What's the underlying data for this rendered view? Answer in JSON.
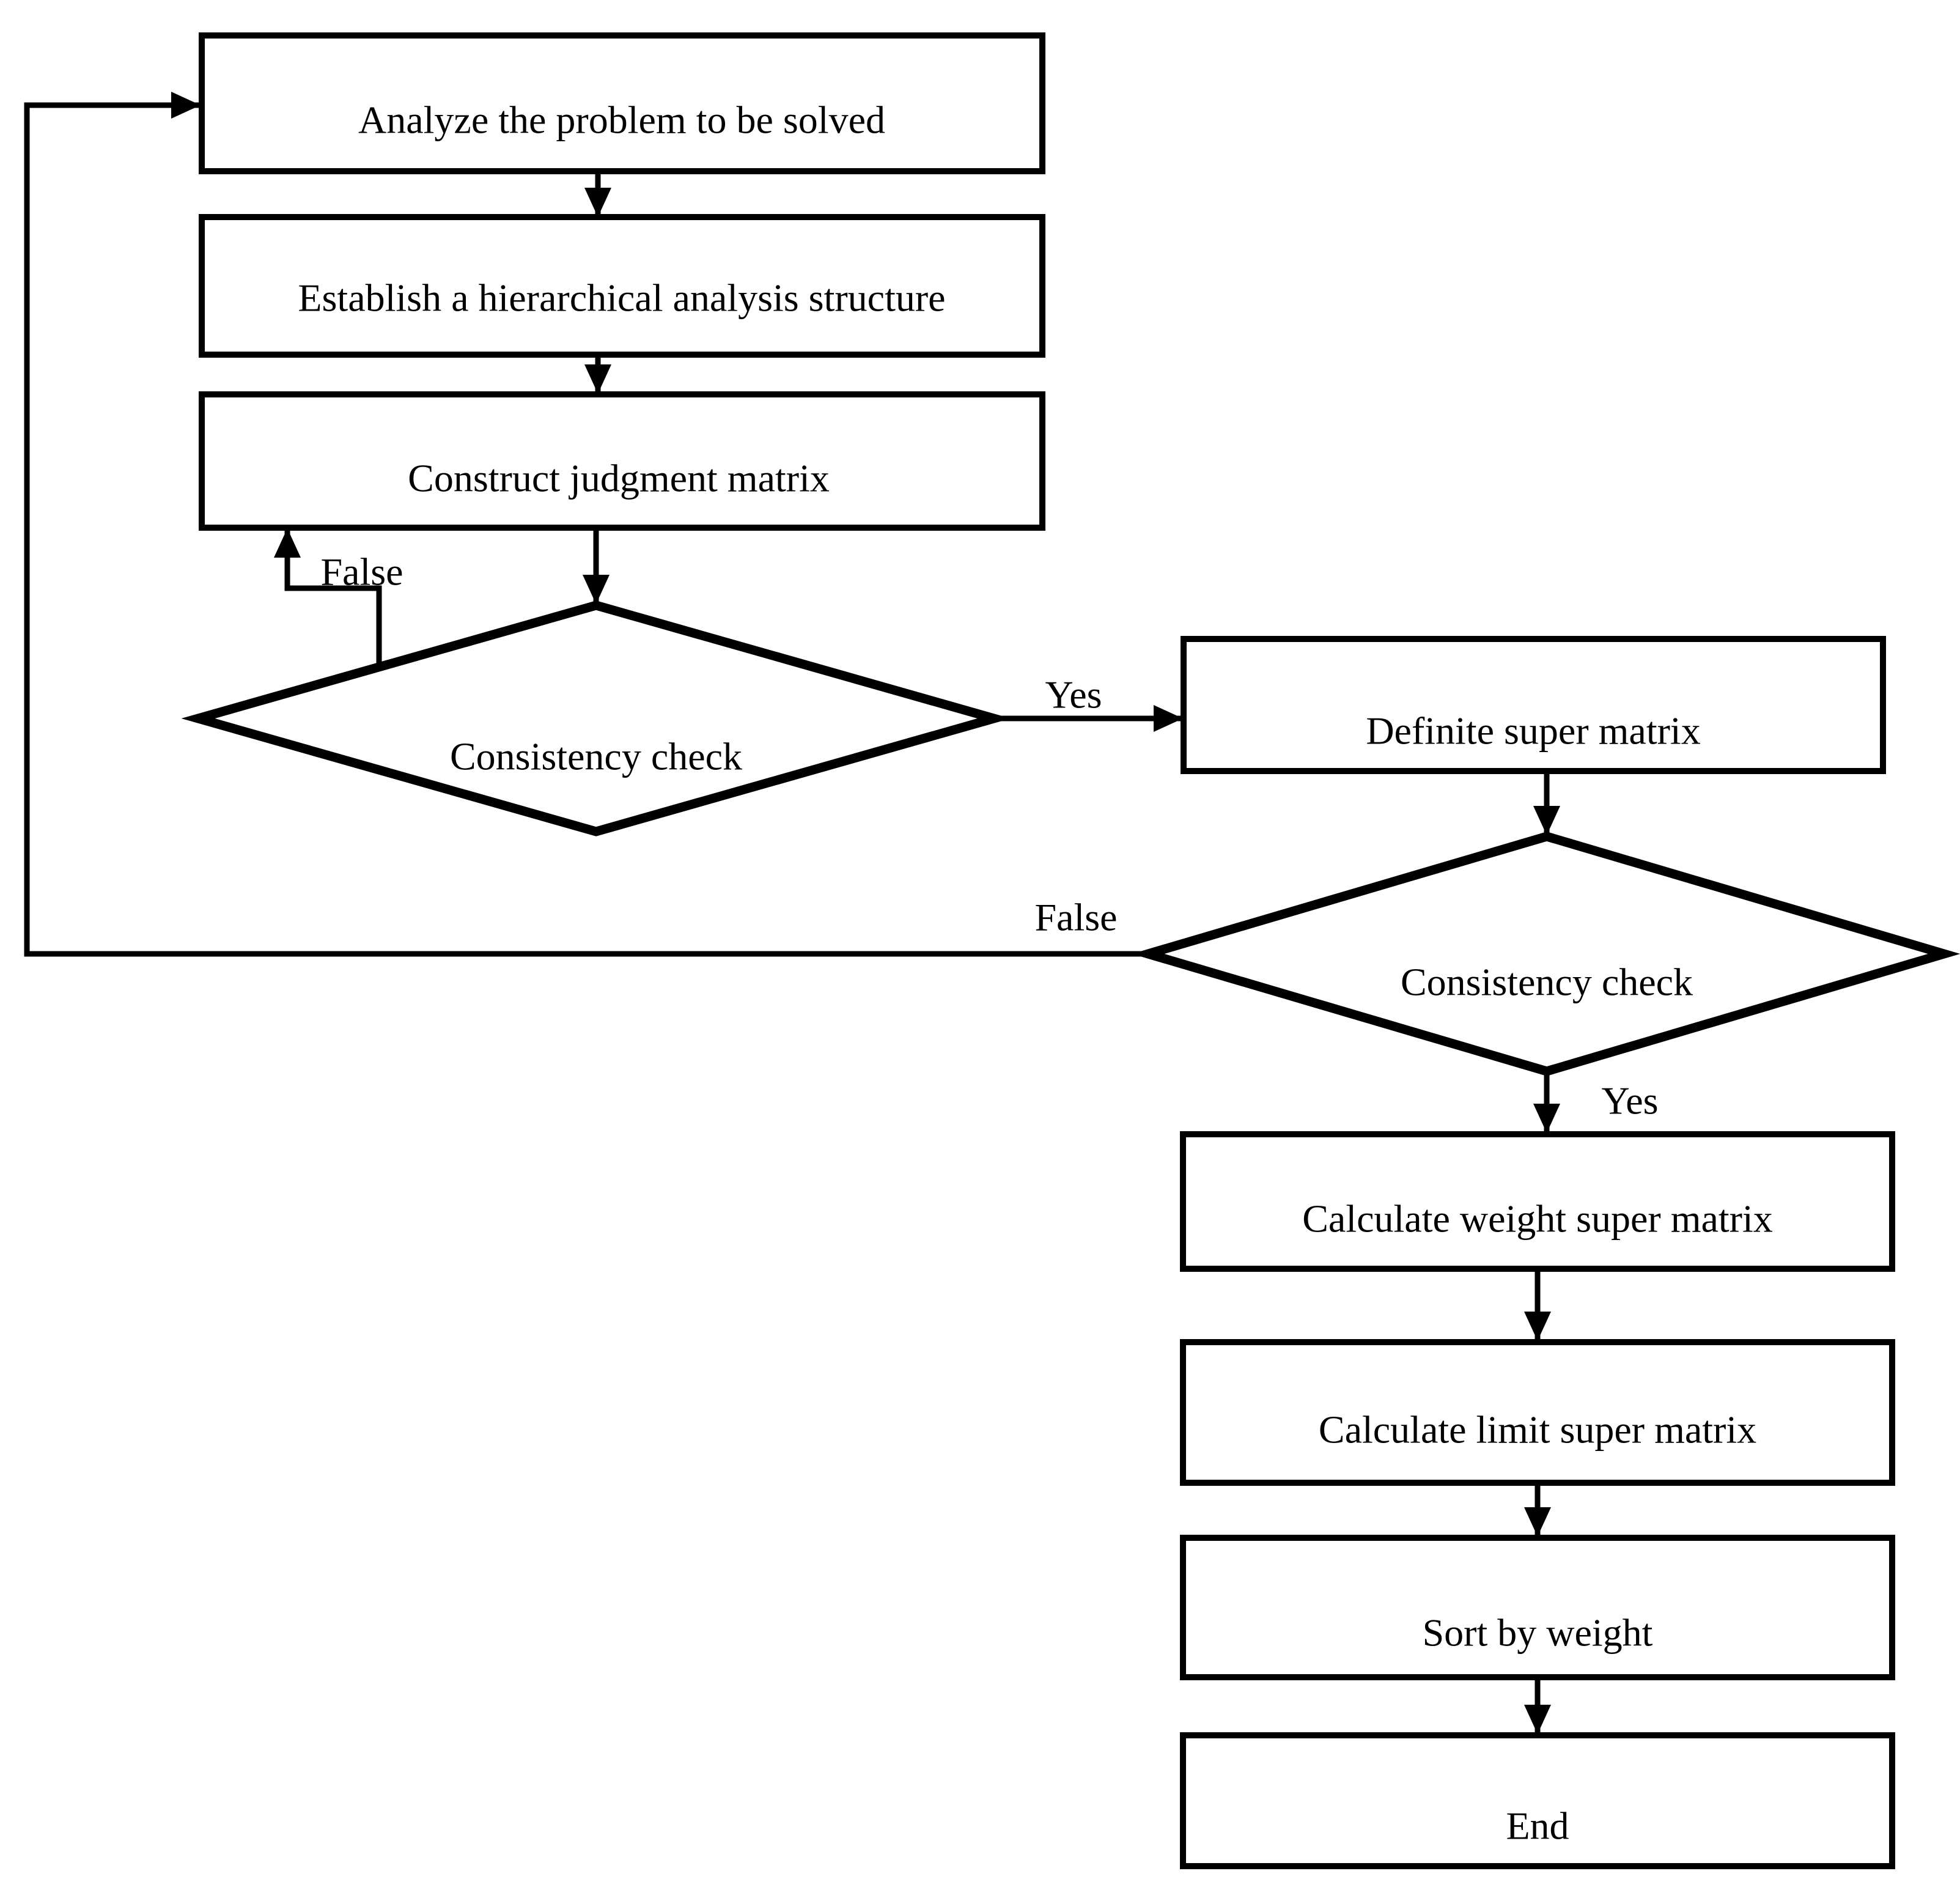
{
  "diagram": {
    "type": "flowchart",
    "colors": {
      "background": "#ffffff",
      "shape_fill": "#ffffff",
      "stroke": "#000000",
      "text": "#000000"
    },
    "nodes": [
      {
        "id": "analyze",
        "shape": "rect",
        "label": "Analyze the problem to be solved"
      },
      {
        "id": "establish",
        "shape": "rect",
        "label": "Establish a hierarchical analysis structure"
      },
      {
        "id": "construct",
        "shape": "rect",
        "label": "Construct judgment matrix"
      },
      {
        "id": "consistency-check-1",
        "shape": "diamond",
        "label": "Consistency check"
      },
      {
        "id": "definite-super-matrix",
        "shape": "rect",
        "label": "Definite super matrix"
      },
      {
        "id": "consistency-check-2",
        "shape": "diamond",
        "label": "Consistency check"
      },
      {
        "id": "calculate-weight",
        "shape": "rect",
        "label": "Calculate weight super matrix"
      },
      {
        "id": "calculate-limit",
        "shape": "rect",
        "label": "Calculate limit super matrix"
      },
      {
        "id": "sort-by-weight",
        "shape": "rect",
        "label": "Sort by weight"
      },
      {
        "id": "end",
        "shape": "rect",
        "label": "End"
      }
    ],
    "edges": [
      {
        "from": "analyze",
        "to": "establish",
        "label": ""
      },
      {
        "from": "establish",
        "to": "construct",
        "label": ""
      },
      {
        "from": "construct",
        "to": "consistency-check-1",
        "label": ""
      },
      {
        "from": "consistency-check-1",
        "to": "construct",
        "label": "False"
      },
      {
        "from": "consistency-check-1",
        "to": "definite-super-matrix",
        "label": "Yes"
      },
      {
        "from": "definite-super-matrix",
        "to": "consistency-check-2",
        "label": ""
      },
      {
        "from": "consistency-check-2",
        "to": "analyze",
        "label": "False"
      },
      {
        "from": "consistency-check-2",
        "to": "calculate-weight",
        "label": "Yes"
      },
      {
        "from": "calculate-weight",
        "to": "calculate-limit",
        "label": ""
      },
      {
        "from": "calculate-limit",
        "to": "sort-by-weight",
        "label": ""
      },
      {
        "from": "sort-by-weight",
        "to": "end",
        "label": ""
      }
    ]
  }
}
